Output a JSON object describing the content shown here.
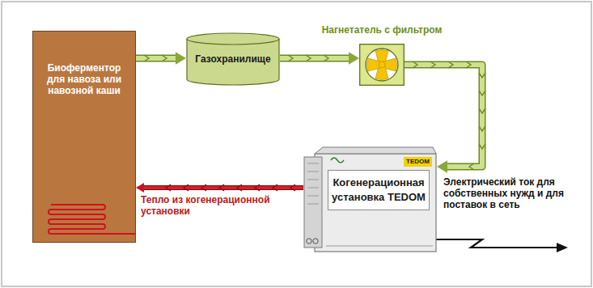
{
  "diagram": {
    "nodes": [
      {
        "text": [
          "Биоферментор для навоза или навозной каши"
        ]
      },
      {
        "text": [
          "Газохранилище"
        ]
      },
      {
        "text": [
          "Нагнетатель с фильтром"
        ]
      },
      {
        "text": [
          "Когенерационная установка TEDOM"
        ]
      }
    ],
    "edges": [
      {
        "from": 0,
        "to": 1,
        "arrow": "to"
      },
      {
        "from": 1,
        "to": 2,
        "arrow": "to"
      },
      {
        "from": 2,
        "to": 3,
        "arrow": "to"
      },
      {
        "from": 3,
        "to": 0,
        "label": "Тепло из когенерационной установки",
        "arrow": "to"
      }
    ],
    "labels": [
      "TEDOM",
      "Электрический ток для собственных нужд и для поставок в сеть"
    ]
  }
}
